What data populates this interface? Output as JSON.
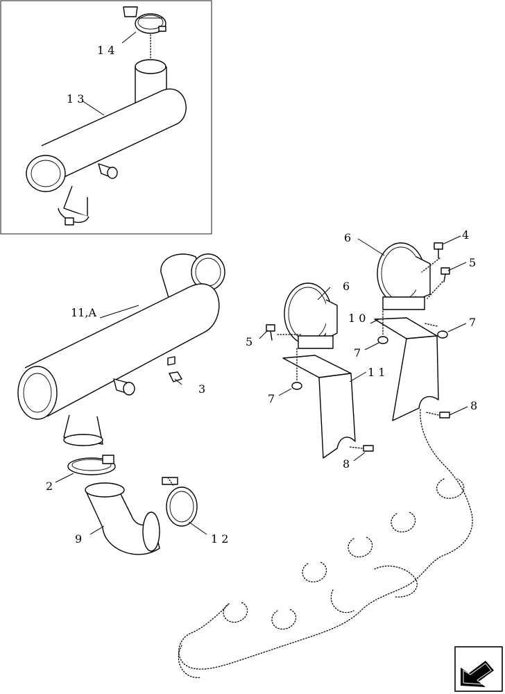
{
  "callouts": {
    "c14": "1 4",
    "c13": "1 3",
    "c11a": "11,A",
    "c3": "3",
    "c2": "2",
    "c9": "9",
    "c12": "1 2",
    "c6a": "6",
    "c6b": "6",
    "c4": "4",
    "c5a": "5",
    "c5b": "5",
    "c10": "1 0",
    "c7a": "7",
    "c7b": "7",
    "c7c": "7",
    "c11": "1 1",
    "c8a": "8",
    "c8b": "8"
  },
  "icons": {
    "nav": "next-page-arrow-icon"
  }
}
